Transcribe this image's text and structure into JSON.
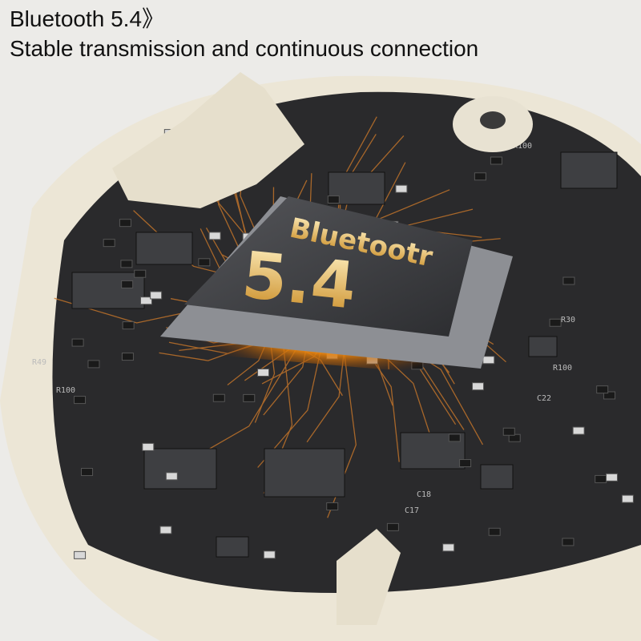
{
  "header": {
    "title": "Bluetooth 5.4》",
    "subtitle": "Stable transmission and continuous connection"
  },
  "chip": {
    "brand_text": "Bluetootr",
    "version_text": "5.4"
  },
  "board_labels": [
    "R100",
    "R100",
    "R100",
    "R30",
    "C18",
    "C17",
    "R49",
    "C22"
  ],
  "colors": {
    "background": "#ecebe8",
    "board": "#2a2a2c",
    "casing": "#ece6d6",
    "glow": "#f5a623",
    "chip_text": "#e0b04a"
  }
}
